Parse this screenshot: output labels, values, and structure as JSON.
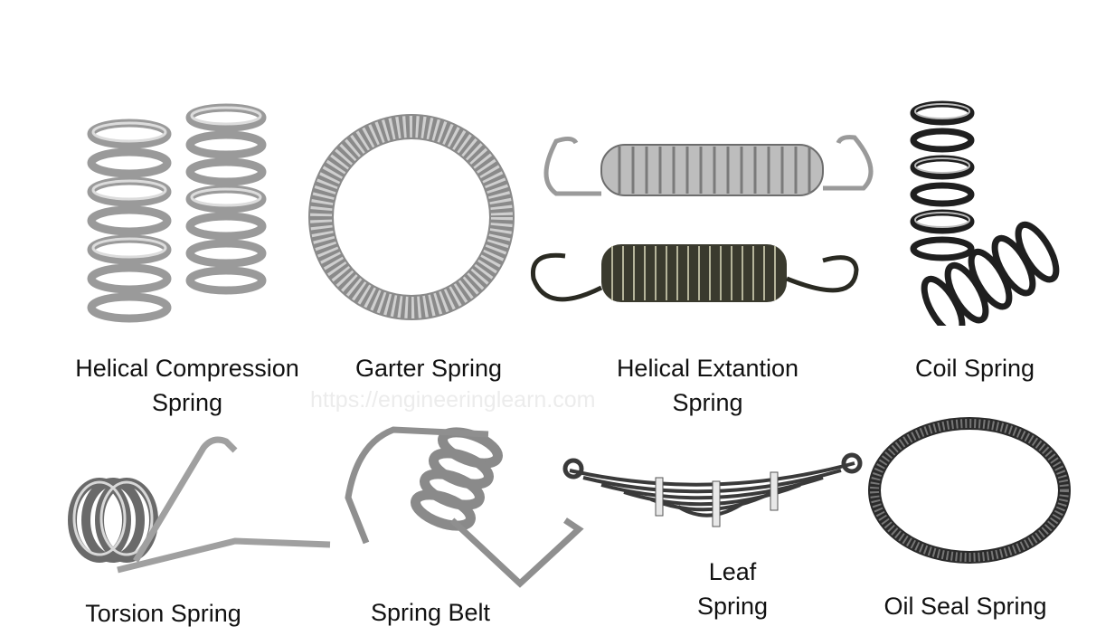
{
  "watermark": "https://engineeringlearn.com",
  "springs": [
    {
      "id": "helical-compression",
      "label_line1": "Helical Compression",
      "label_line2": "Spring"
    },
    {
      "id": "garter",
      "label_line1": "Garter Spring",
      "label_line2": ""
    },
    {
      "id": "helical-extension",
      "label_line1": "Helical Extantion",
      "label_line2": "Spring"
    },
    {
      "id": "coil",
      "label_line1": "Coil Spring",
      "label_line2": ""
    },
    {
      "id": "torsion",
      "label_line1": "Torsion Spring",
      "label_line2": ""
    },
    {
      "id": "spring-belt",
      "label_line1": "Spring Belt",
      "label_line2": ""
    },
    {
      "id": "leaf",
      "label_line1": "Leaf",
      "label_line2": "Spring"
    },
    {
      "id": "oil-seal",
      "label_line1": "Oil Seal Spring",
      "label_line2": ""
    }
  ]
}
